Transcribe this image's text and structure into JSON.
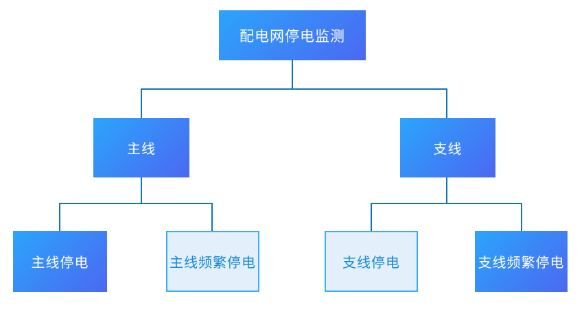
{
  "diagram": {
    "title": "配电网停电监测",
    "nodes": {
      "root": {
        "label": "配电网停电监测"
      },
      "main_line": {
        "label": "主线"
      },
      "branch_line": {
        "label": "支线"
      },
      "main_line_outage": {
        "label": "主线停电"
      },
      "main_line_frequent_outage": {
        "label": "主线频繁停电"
      },
      "branch_line_outage": {
        "label": "支线停电"
      },
      "branch_line_frequent_outage": {
        "label": "支线频繁停电"
      }
    },
    "colors": {
      "node_gradient_start": "#2BA5FB",
      "node_gradient_end": "#4B68F2",
      "node_text": "#FFFFFF",
      "highlight_bg": "#E3F0FB",
      "highlight_border": "#3BAEF7",
      "highlight_text": "#1889D6",
      "connector": "#1273B9"
    }
  }
}
